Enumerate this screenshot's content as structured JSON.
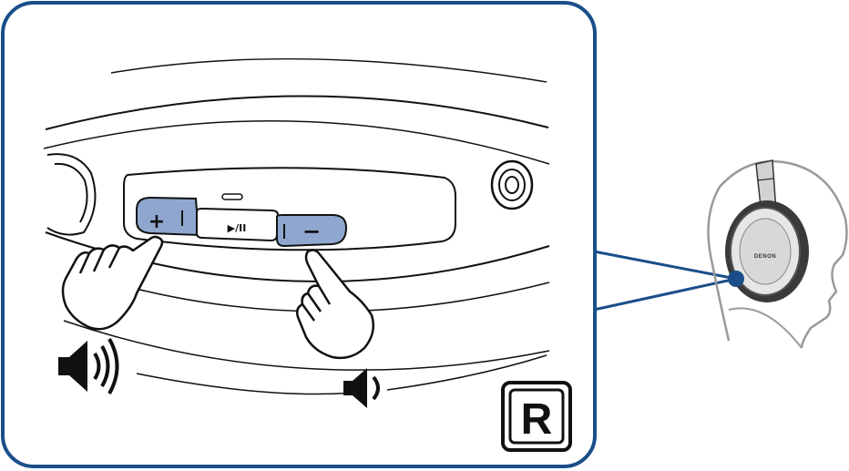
{
  "buttons": {
    "volume_up_label": "+",
    "play_pause_label": "▶/II",
    "volume_down_label": "−"
  },
  "headphone": {
    "brand": "DENON"
  },
  "side_badge": {
    "label": "R"
  },
  "icons": {
    "volume_loud": "speaker-loud-icon",
    "volume_quiet": "speaker-quiet-icon",
    "press_hand": "pointing-hand-icon"
  },
  "colors": {
    "frame": "#1a4e8a",
    "button_fill": "#8fa7cf",
    "callout_dot": "#1a4e8a",
    "head_outline": "#9a9a9a"
  }
}
